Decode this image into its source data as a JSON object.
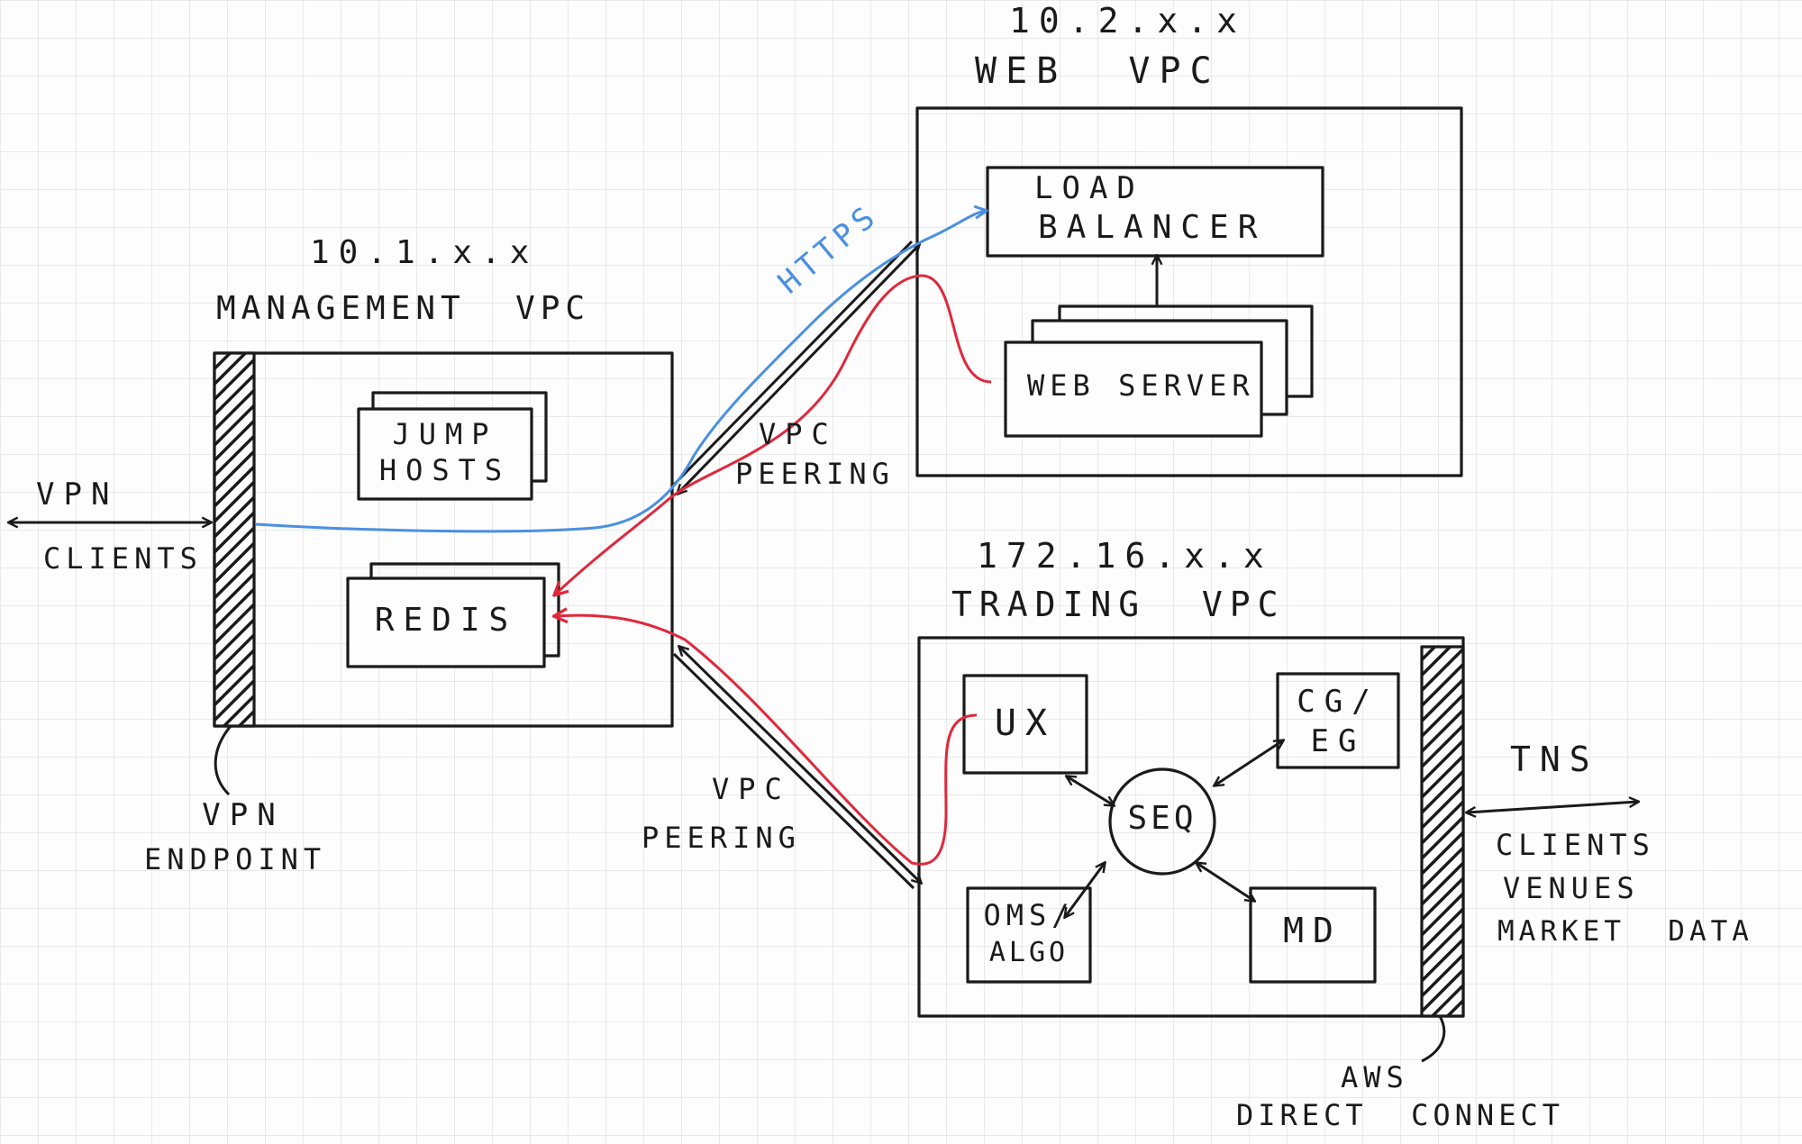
{
  "colors": {
    "ink": "#1a1a1a",
    "red": "#e0283c",
    "blue": "#4a90e2",
    "grid": "#e9e9e9"
  },
  "web_vpc": {
    "cidr": "10.2.x.x",
    "title": "WEB  VPC",
    "load_balancer": [
      "LOAD",
      "BALANCER"
    ],
    "web_server": "WEB SERVER"
  },
  "management_vpc": {
    "cidr": "10.1.x.x",
    "title": "MANAGEMENT  VPC",
    "jump_hosts": [
      "JUMP",
      "HOSTS"
    ],
    "redis": "REDIS"
  },
  "trading_vpc": {
    "cidr": "172.16.x.x",
    "title": "TRADING  VPC",
    "ux": "UX",
    "cg_eg": [
      "CG/",
      "EG"
    ],
    "seq": "SEQ",
    "oms_algo": [
      "OMS/",
      "ALGO"
    ],
    "md": "MD"
  },
  "vpn_clients": [
    "VPN",
    "CLIENTS"
  ],
  "vpn_endpoint": [
    "VPN",
    "ENDPOINT"
  ],
  "https": "HTTPS",
  "vpc_peering_top": [
    "VPC",
    "PEERING"
  ],
  "vpc_peering_bottom": [
    "VPC",
    "PEERING"
  ],
  "tns": {
    "title": "TNS",
    "items": [
      "CLIENTS",
      "VENUES",
      "MARKET  DATA"
    ]
  },
  "direct_connect": [
    "AWS",
    "DIRECT  CONNECT"
  ]
}
